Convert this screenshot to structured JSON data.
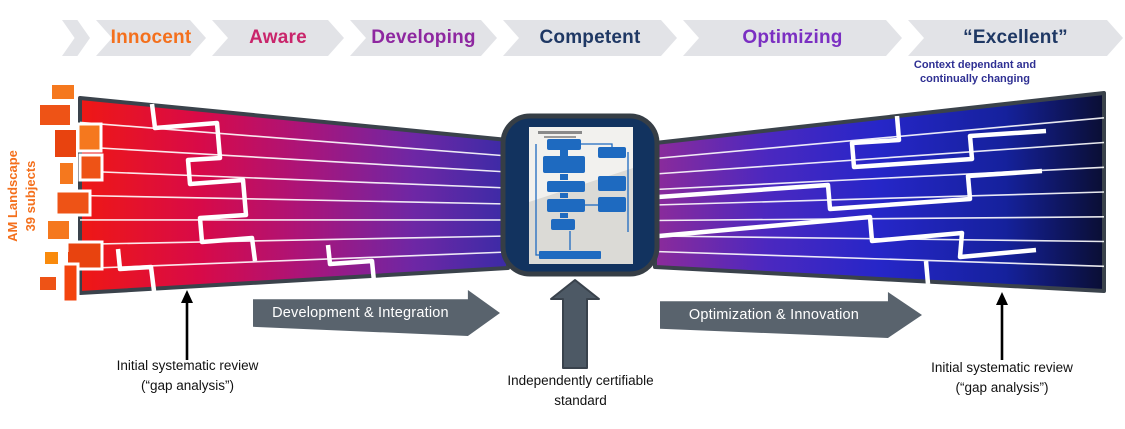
{
  "stages": [
    {
      "label": "Innocent",
      "color": "#F4701D"
    },
    {
      "label": "Aware",
      "color": "#C9256B"
    },
    {
      "label": "Developing",
      "color": "#8E27A0"
    },
    {
      "label": "Competent",
      "color": "#1F3864"
    },
    {
      "label": "Optimizing",
      "color": "#7B2FC2"
    },
    {
      "label": "“Excellent”",
      "color": "#1F3864"
    }
  ],
  "excellent_note": {
    "line1": "Context dependant and",
    "line2": "continually changing",
    "color": "#2F3093"
  },
  "left_axis": {
    "line1": "AM Landscape",
    "line2": "39 subjects",
    "color": "#F4701D"
  },
  "process_arrows": {
    "left_label": "Development & Integration",
    "right_label": "Optimization & Innovation",
    "fill": "#59636D"
  },
  "annotations": {
    "left": {
      "line1": "Initial systematic review",
      "line2": "(“gap analysis”)"
    },
    "center": {
      "line1": "Independently certifiable",
      "line2": "standard"
    },
    "right": {
      "line1": "Initial systematic review",
      "line2": "(“gap analysis”)"
    }
  },
  "diagram_colors": {
    "chevron_background": "#E2E3E7",
    "funnel_left_gradient": [
      "#EF1814",
      "#D80A48",
      "#AB1479",
      "#6E27A5",
      "#3B2BA6"
    ],
    "funnel_right_gradient": [
      "#8C2B9A",
      "#4B28C0",
      "#2626C8",
      "#15219C",
      "#0A0E33"
    ],
    "funnel_outline": "#3A424B",
    "subject_square_orange": "#F5781E",
    "center_box_fill": "#12335F",
    "block_arrow_gray": "#4D5965",
    "annotation_arrow": "#000000"
  }
}
